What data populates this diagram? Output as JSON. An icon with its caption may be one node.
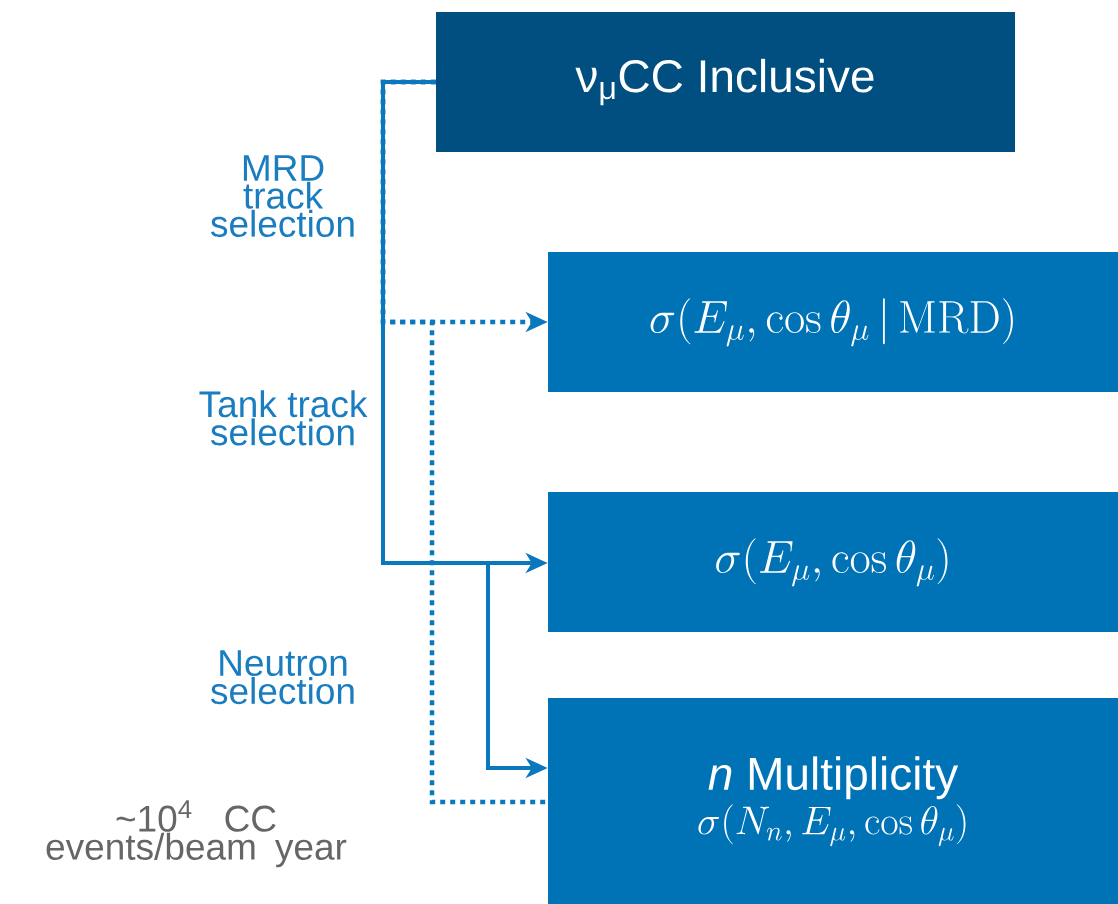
{
  "diagram": {
    "nodes": [
      {
        "text": [
          "ν$_{μ}$CC Inclusive"
        ]
      },
      {
        "text": [
          "\\sigma(E_\\mu, \\cos\\theta_\\mu\\,|\\,\\mathrm{MRD})"
        ]
      },
      {
        "text": [
          "\\sigma(E_\\mu, \\cos\\theta_\\mu)"
        ]
      },
      {
        "text": [
          "*n* Multiplicity",
          "\\sigma(N_n, E_\\mu, \\cos\\theta_\\mu)"
        ]
      }
    ],
    "edges": [
      {
        "from": 0,
        "to": 1,
        "arrow": "to",
        "style": "dashed"
      },
      {
        "from": 0,
        "to": 3,
        "arrow": "none",
        "style": "dashed"
      },
      {
        "from": 0,
        "to": 2,
        "arrow": "to"
      },
      {
        "from": 0,
        "to": 3,
        "arrow": "to"
      }
    ],
    "labels": [
      "MRD track selection",
      "Tank track selection",
      "Neutron selection",
      "~10$^{4}$ CC events/beam year"
    ]
  }
}
